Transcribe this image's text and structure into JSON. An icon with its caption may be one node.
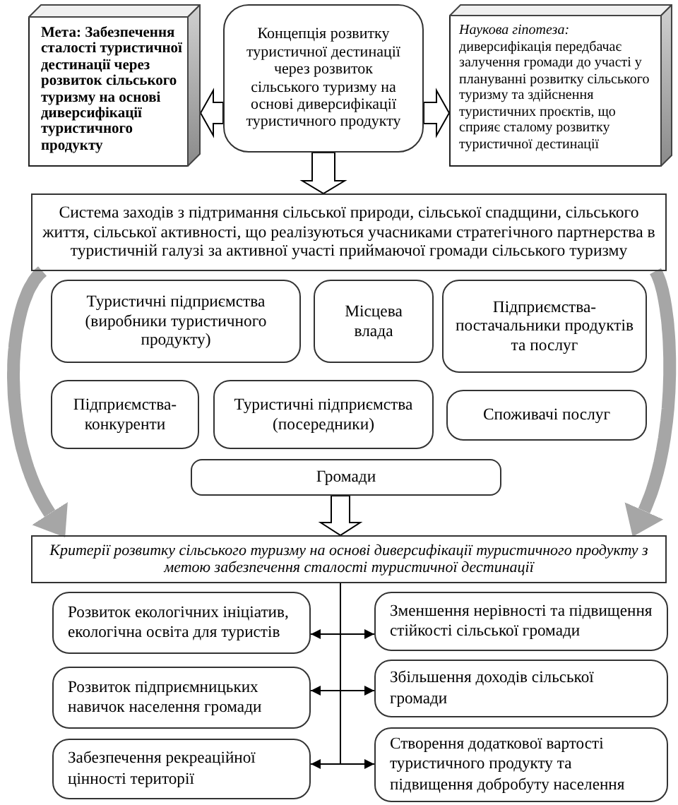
{
  "diagram": {
    "nodes": [
      {
        "text": [
          "Мета: Забезпечення сталості туристичної дестинації через розвиток сільського туризму на основі диверсифікації туристичного продукту"
        ]
      },
      {
        "text": [
          "Концепція розвитку туристичної дестинації через розвиток сільського туризму на основі диверсифікації туристичного продукту"
        ]
      },
      {
        "text": [
          "Наукова гіпотеза:",
          "диверсифікація передбачає залучення громади до участі у плануванні розвитку сільського туризму та здійснення туристичних проєктів, що сприяє сталому розвитку туристичної дестинації"
        ]
      },
      {
        "text": [
          "Система заходів з підтримання сільської природи, сільської спадщини, сільського життя, сільської активності, що реалізуються учасниками стратегічного партнерства в туристичній галузі за активної участі приймаючої громади сільського туризму"
        ]
      },
      {
        "text": [
          "Туристичні підприємства (виробники туристичного продукту)"
        ]
      },
      {
        "text": [
          "Місцева влада"
        ]
      },
      {
        "text": [
          "Підприємства-постачальники продуктів та послуг"
        ]
      },
      {
        "text": [
          "Підприємства-конкуренти"
        ]
      },
      {
        "text": [
          "Туристичні підприємства (посередники)"
        ]
      },
      {
        "text": [
          "Споживачі послуг"
        ]
      },
      {
        "text": [
          "Громади"
        ]
      },
      {
        "text": [
          "Критерії розвитку сільського туризму на основі диверсифікації туристичного продукту з метою забезпечення сталості туристичної дестинації"
        ]
      },
      {
        "text": [
          "Розвиток екологічних ініціатив, екологічна освіта для туристів"
        ]
      },
      {
        "text": [
          "Розвиток підприємницьких навичок населення громади"
        ]
      },
      {
        "text": [
          "Забезпечення рекреаційної цінності території"
        ]
      },
      {
        "text": [
          "Зменшення нерівності та підвищення стійкості сільської громади"
        ]
      },
      {
        "text": [
          "Збільшення доходів сільської громади"
        ]
      },
      {
        "text": [
          "Створення додаткової вартості туристичного продукту та підвищення добробуту населення"
        ]
      }
    ],
    "edges": [
      {
        "from": 1,
        "to": 0,
        "arrow": "to",
        "style": "thick"
      },
      {
        "from": 1,
        "to": 2,
        "arrow": "to",
        "style": "thick"
      },
      {
        "from": 1,
        "to": 3,
        "arrow": "to",
        "style": "thick"
      },
      {
        "from": 3,
        "to": 11,
        "arrow": "to",
        "style": "thick",
        "color": "#a6a6a6"
      },
      {
        "from": 3,
        "to": 11,
        "arrow": "to",
        "style": "thick",
        "color": "#a6a6a6"
      },
      {
        "from": 10,
        "to": 11,
        "arrow": "to",
        "style": "thick"
      },
      {
        "from": 11,
        "to": 12,
        "arrow": "to"
      },
      {
        "from": 11,
        "to": 15,
        "arrow": "to"
      },
      {
        "from": 11,
        "to": 13,
        "arrow": "to"
      },
      {
        "from": 11,
        "to": 16,
        "arrow": "to"
      },
      {
        "from": 11,
        "to": 14,
        "arrow": "to"
      },
      {
        "from": 11,
        "to": 17,
        "arrow": "to"
      }
    ]
  }
}
